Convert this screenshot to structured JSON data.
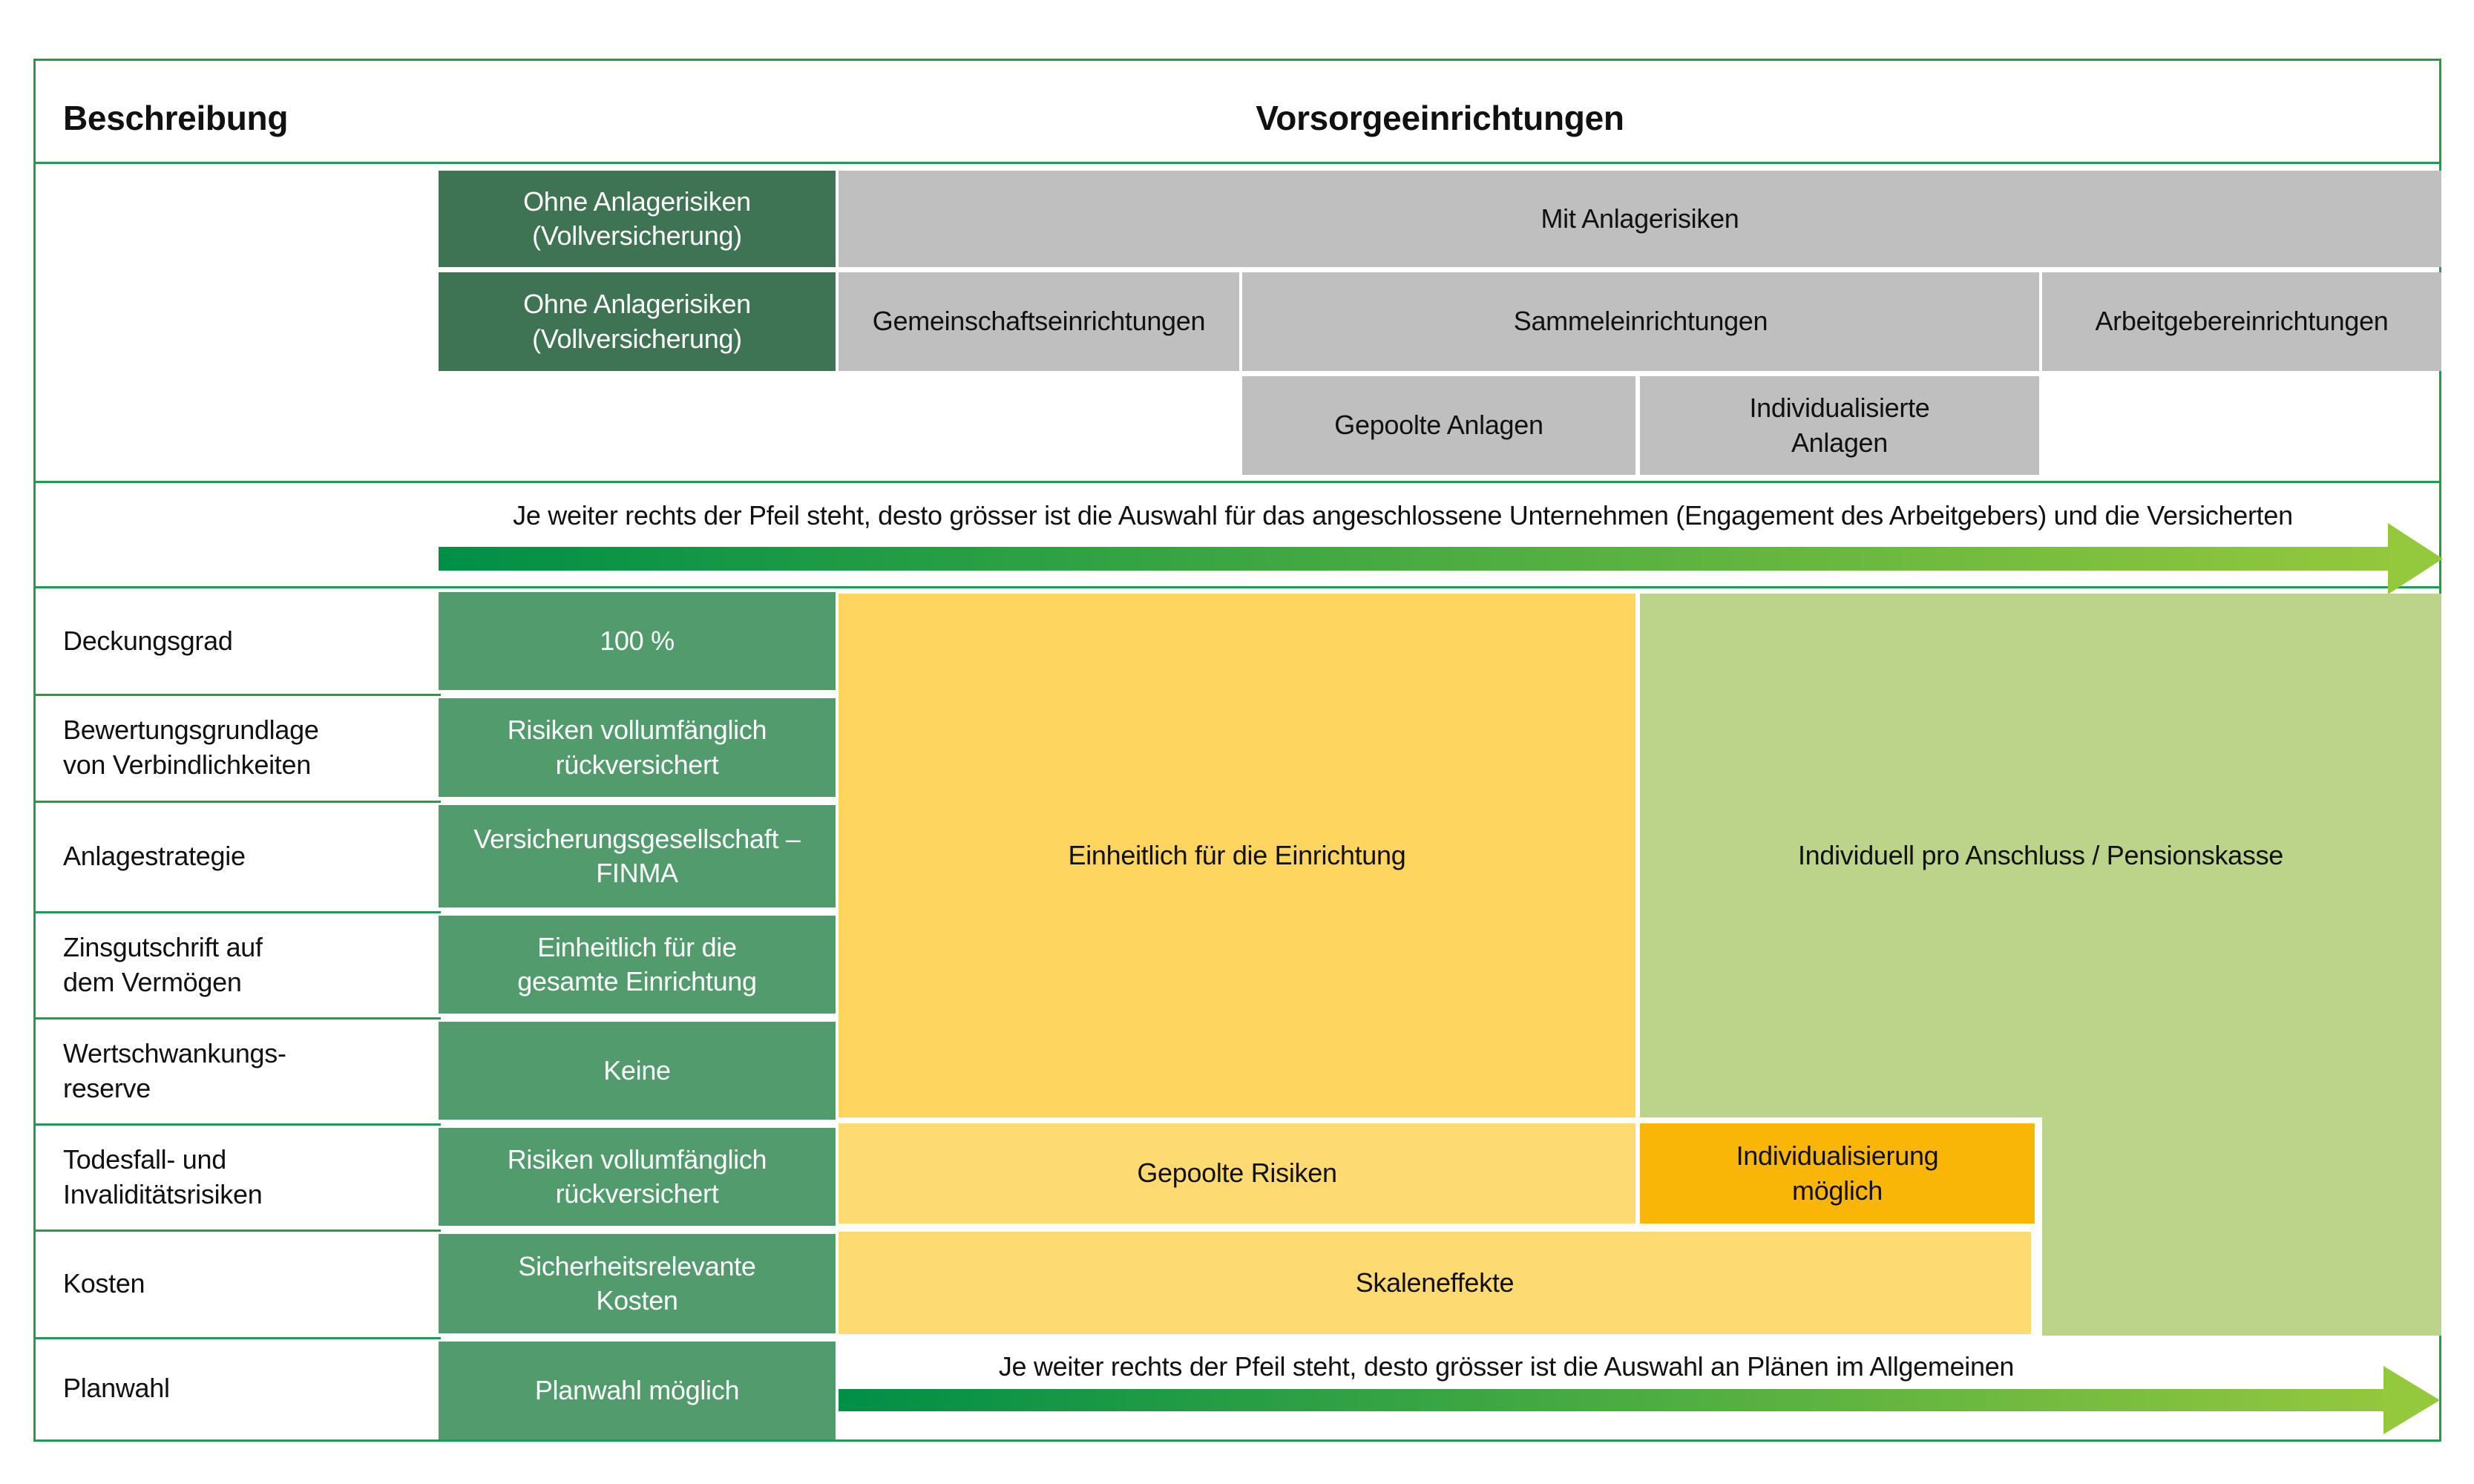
{
  "title_row": {
    "left": "Beschreibung",
    "right": "Vorsorgeeinrichtungen"
  },
  "matrix": {
    "row1_green": "Ohne Anlagerisiken\n(Vollversicherung)",
    "row1_gray": "Mit Anlagerisiken",
    "row2_green": "Ohne Anlagerisiken\n(Vollversicherung)",
    "row2_cells": [
      "Gemeinschaftseinrichtungen",
      "Sammeleinrichtungen",
      "Arbeitgebereinrichtungen"
    ],
    "row3_cells": [
      "Gepoolte Anlagen",
      "Individualisierte\nAnlagen"
    ]
  },
  "top_arrow_text": "Je weiter rechts der Pfeil steht, desto grösser ist die Auswahl für das angeschlossene Unternehmen (Engagement des Arbeitgebers) und die Versicherten",
  "rows": [
    {
      "label": "Deckungsgrad",
      "value": "100 %"
    },
    {
      "label": "Bewertungsgrundlage\nvon Verbindlichkeiten",
      "value": "Risiken vollumfänglich\nrückversichert"
    },
    {
      "label": "Anlagestrategie",
      "value": "Versicherungsgesellschaft –\nFINMA"
    },
    {
      "label": "Zinsgutschrift auf\ndem Vermögen",
      "value": "Einheitlich für die\ngesamte Einrichtung"
    },
    {
      "label": "Wertschwankungs-\nreserve",
      "value": "Keine"
    },
    {
      "label": "Todesfall- und\nInvaliditätsrisiken",
      "value": "Risiken vollumfänglich\nrückversichert"
    },
    {
      "label": "Kosten",
      "value": "Sicherheitsrelevante\nKosten"
    },
    {
      "label": "Planwahl",
      "value": "Planwahl möglich"
    }
  ],
  "areas": {
    "uniform_for_institution": "Einheitlich für die Einrichtung",
    "individual_per_affiliation": "Individuell pro Anschluss / Pensionskasse",
    "pooled_risks": "Gepoolte Risiken",
    "individualization_possible": "Individualisierung\nmöglich",
    "scale_effects": "Skaleneffekte"
  },
  "bottom_arrow_text": "Je weiter rechts der Pfeil steht, desto grösser ist die Auswahl an Plänen im Allgemeinen",
  "colors": {
    "line": "#1f9d4f",
    "dark-green": "#3e7354",
    "mid-green": "#519b6d",
    "gray": "#bfbfbf",
    "yellow": "#fdd55f",
    "light-yellow": "#fdda72",
    "orange": "#fab607",
    "light-green": "#bcd489",
    "arrow-start": "#008f47",
    "arrow-end": "#94c83d",
    "text-dark": "#111111",
    "text-light": "#ffffff"
  }
}
